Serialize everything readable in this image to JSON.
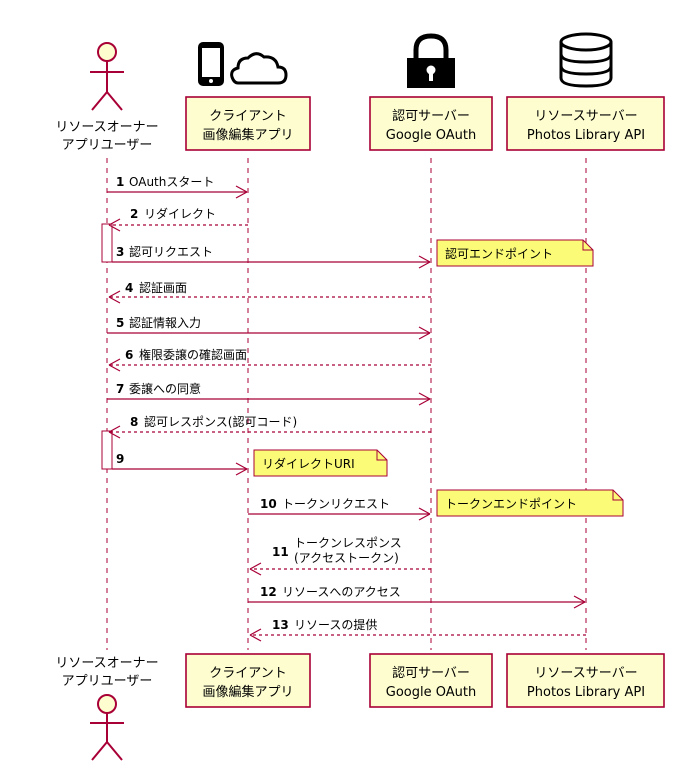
{
  "actor": {
    "line1": "リソースオーナー",
    "line2": "アプリユーザー"
  },
  "participants": [
    {
      "id": "client",
      "line1": "クライアント",
      "line2": "画像編集アプリ",
      "icon": "mobile-cloud-icon"
    },
    {
      "id": "auth",
      "line1": "認可サーバー",
      "line2": "Google OAuth",
      "icon": "lock-icon"
    },
    {
      "id": "resource",
      "line1": "リソースサーバー",
      "line2": "Photos Library API",
      "icon": "database-icon"
    }
  ],
  "messages": [
    {
      "num": "1",
      "text": "OAuthスタート",
      "from": "actor",
      "to": "client",
      "reply": false
    },
    {
      "num": "2",
      "text": "リダイレクト",
      "from": "client",
      "to": "actor",
      "reply": true
    },
    {
      "num": "3",
      "text": "認可リクエスト",
      "from": "actor",
      "to": "auth",
      "reply": false
    },
    {
      "num": "4",
      "text": "認証画面",
      "from": "auth",
      "to": "actor",
      "reply": true
    },
    {
      "num": "5",
      "text": "認証情報入力",
      "from": "actor",
      "to": "auth",
      "reply": false
    },
    {
      "num": "6",
      "text": "権限委譲の確認画面",
      "from": "auth",
      "to": "actor",
      "reply": true
    },
    {
      "num": "7",
      "text": "委譲への同意",
      "from": "actor",
      "to": "auth",
      "reply": false
    },
    {
      "num": "8",
      "text": "認可レスポンス(認可コード)",
      "from": "auth",
      "to": "actor",
      "reply": true
    },
    {
      "num": "9",
      "text": "",
      "from": "actor",
      "to": "client",
      "reply": false
    },
    {
      "num": "10",
      "text": "トークンリクエスト",
      "from": "client",
      "to": "auth",
      "reply": false
    },
    {
      "num": "11",
      "text": "トークンレスポンス",
      "text2": "(アクセストークン)",
      "from": "auth",
      "to": "client",
      "reply": true
    },
    {
      "num": "12",
      "text": "リソースへのアクセス",
      "from": "client",
      "to": "resource",
      "reply": false
    },
    {
      "num": "13",
      "text": "リソースの提供",
      "from": "resource",
      "to": "client",
      "reply": true
    }
  ],
  "notes": [
    {
      "text": "認可エンドポイント"
    },
    {
      "text": "リダイレクトURI"
    },
    {
      "text": "トークンエンドポイント"
    }
  ],
  "colors": {
    "line": "#a80036",
    "participant_fill": "#fdfdd0",
    "note_fill": "#fbfb77"
  }
}
